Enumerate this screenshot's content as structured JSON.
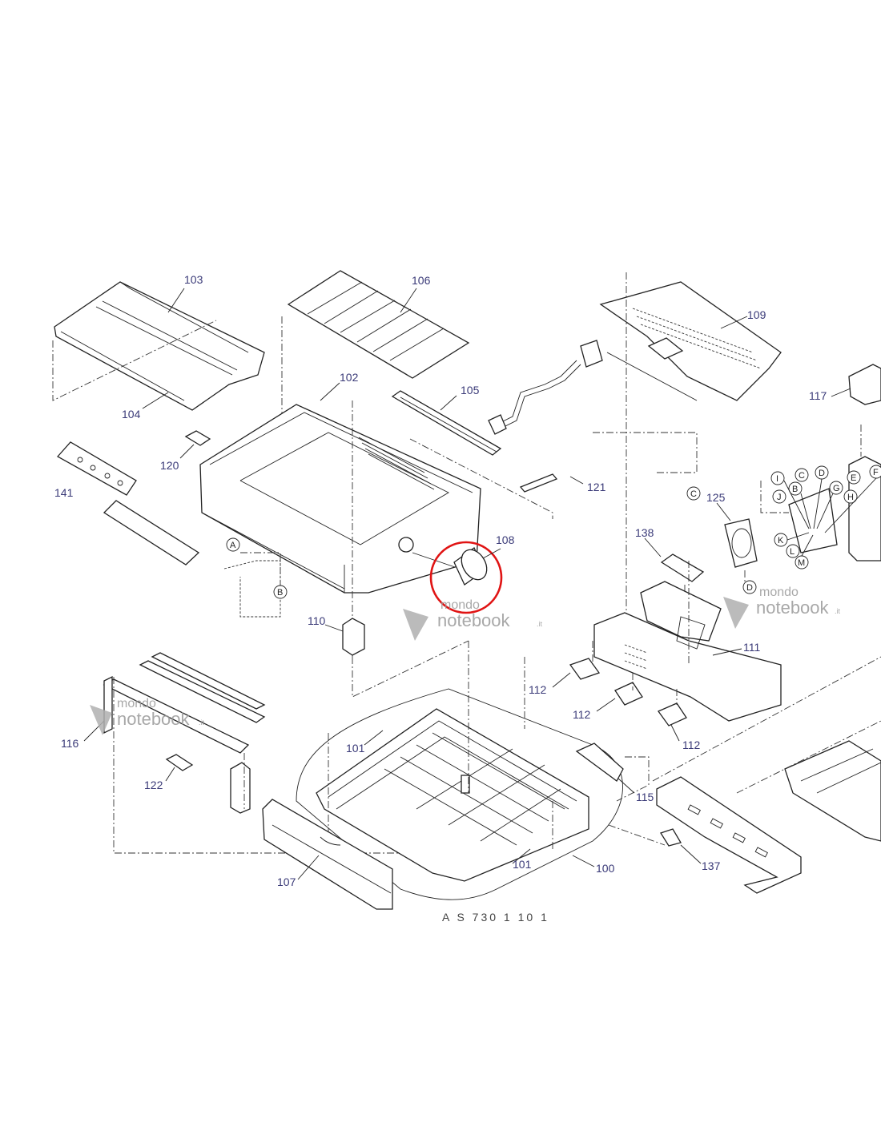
{
  "watermark": {
    "line1": "mondo",
    "line2": "notebook",
    "suffix": ".it"
  },
  "part_labels": [
    "103",
    "106",
    "109",
    "117",
    "104",
    "102",
    "105",
    "120",
    "141",
    "121",
    "125",
    "108",
    "138",
    "110",
    "111",
    "112",
    "112",
    "112",
    "116",
    "101",
    "122",
    "115",
    "101",
    "100",
    "137",
    "107"
  ],
  "callout_letters": [
    "A",
    "B",
    "C",
    "D",
    "I",
    "B",
    "C",
    "D",
    "J",
    "G",
    "E",
    "F",
    "H",
    "K",
    "L",
    "M"
  ],
  "bottom_caption": "A S 730 1 10 1",
  "highlight_color": "#e01414",
  "label_color": "#3a3a78"
}
